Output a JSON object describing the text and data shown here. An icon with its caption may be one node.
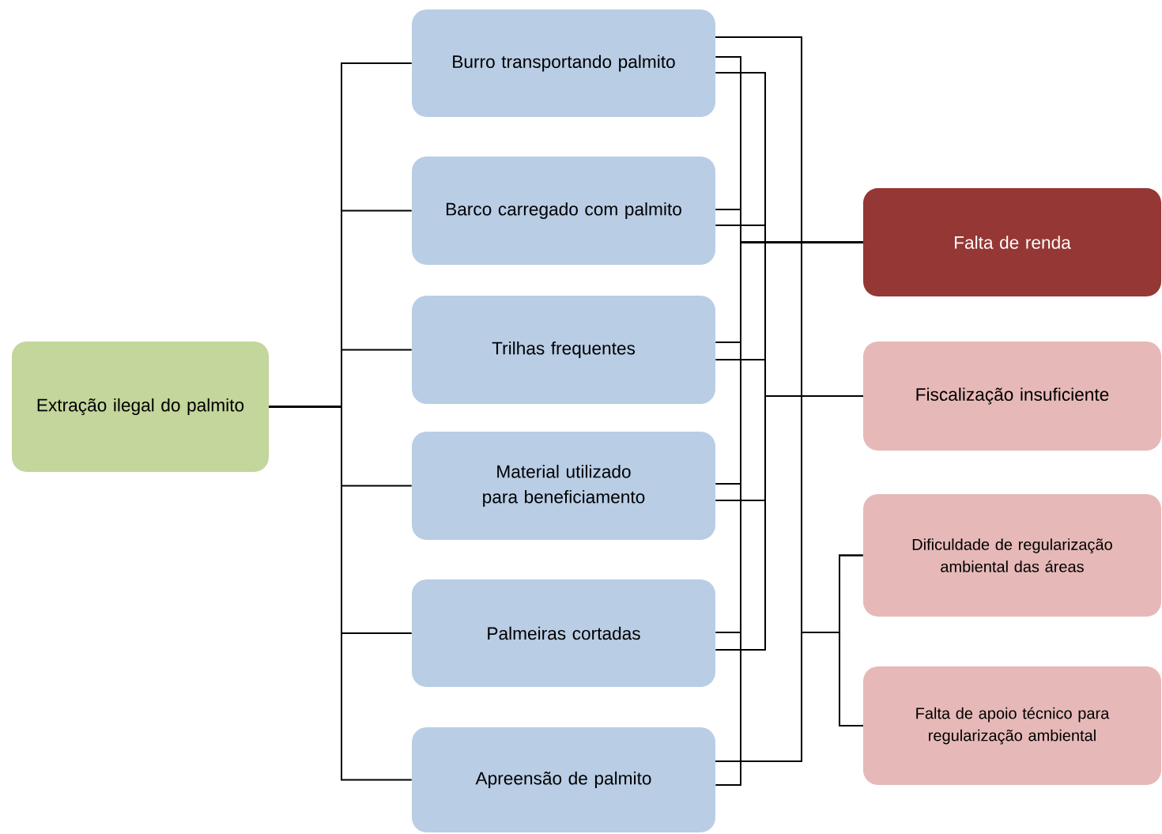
{
  "diagram": {
    "nodes": [
      {
        "text": [
          "Extração ilegal do palmito"
        ]
      },
      {
        "text": [
          "Burro transportando palmito"
        ]
      },
      {
        "text": [
          "Barco carregado com palmito"
        ]
      },
      {
        "text": [
          "Trilhas frequentes"
        ]
      },
      {
        "text": [
          "Material utilizado para beneficiamento"
        ]
      },
      {
        "text": [
          "Palmeiras cortadas"
        ]
      },
      {
        "text": [
          "Apreensão de palmito"
        ]
      },
      {
        "text": [
          "Falta de renda"
        ]
      },
      {
        "text": [
          "Fiscalização insuficiente"
        ]
      },
      {
        "text": [
          "Dificuldade de regularização ambiental das áreas"
        ]
      },
      {
        "text": [
          "Falta de apoio técnico para regularização ambiental"
        ]
      }
    ],
    "edges": [
      {
        "from": 0,
        "to": 1,
        "arrow": "none"
      },
      {
        "from": 0,
        "to": 2,
        "arrow": "none"
      },
      {
        "from": 0,
        "to": 3,
        "arrow": "none"
      },
      {
        "from": 0,
        "to": 4,
        "arrow": "none"
      },
      {
        "from": 0,
        "to": 5,
        "arrow": "none"
      },
      {
        "from": 0,
        "to": 6,
        "arrow": "none"
      },
      {
        "from": 1,
        "to": 7,
        "arrow": "none"
      },
      {
        "from": 2,
        "to": 7,
        "arrow": "none"
      },
      {
        "from": 3,
        "to": 7,
        "arrow": "none"
      },
      {
        "from": 4,
        "to": 7,
        "arrow": "none"
      },
      {
        "from": 5,
        "to": 7,
        "arrow": "none"
      },
      {
        "from": 6,
        "to": 7,
        "arrow": "none"
      },
      {
        "from": 1,
        "to": 8,
        "arrow": "none"
      },
      {
        "from": 2,
        "to": 8,
        "arrow": "none"
      },
      {
        "from": 3,
        "to": 8,
        "arrow": "none"
      },
      {
        "from": 4,
        "to": 8,
        "arrow": "none"
      },
      {
        "from": 5,
        "to": 8,
        "arrow": "none"
      },
      {
        "from": 1,
        "to": 9,
        "arrow": "none"
      },
      {
        "from": 6,
        "to": 9,
        "arrow": "none"
      },
      {
        "from": 1,
        "to": 10,
        "arrow": "none"
      },
      {
        "from": 6,
        "to": 10,
        "arrow": "none"
      }
    ]
  }
}
